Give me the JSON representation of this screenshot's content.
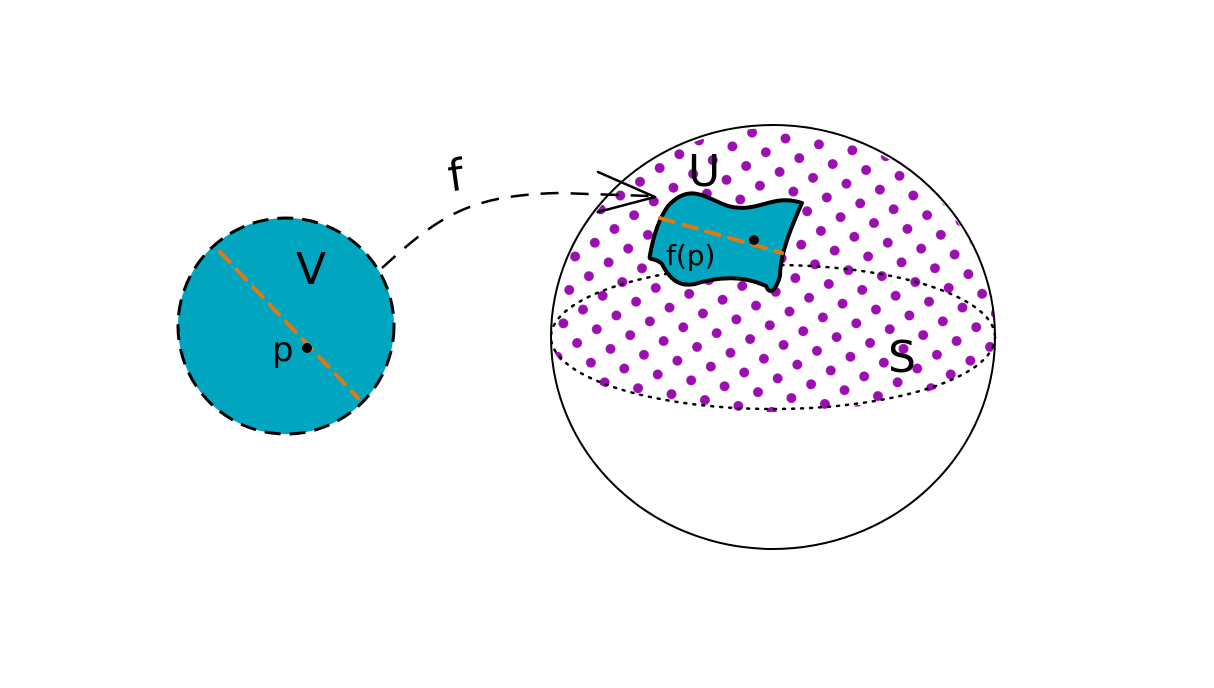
{
  "labels": {
    "map": "f",
    "domain": "V",
    "point": "p",
    "image_set": "U",
    "image_point": "f(p)",
    "sphere": "S"
  },
  "colors": {
    "background": "#ffffff",
    "disk_fill": "#00a6c0",
    "geodesic": "#e07a10",
    "dots": "#9b0fb0",
    "ink": "#000000"
  }
}
